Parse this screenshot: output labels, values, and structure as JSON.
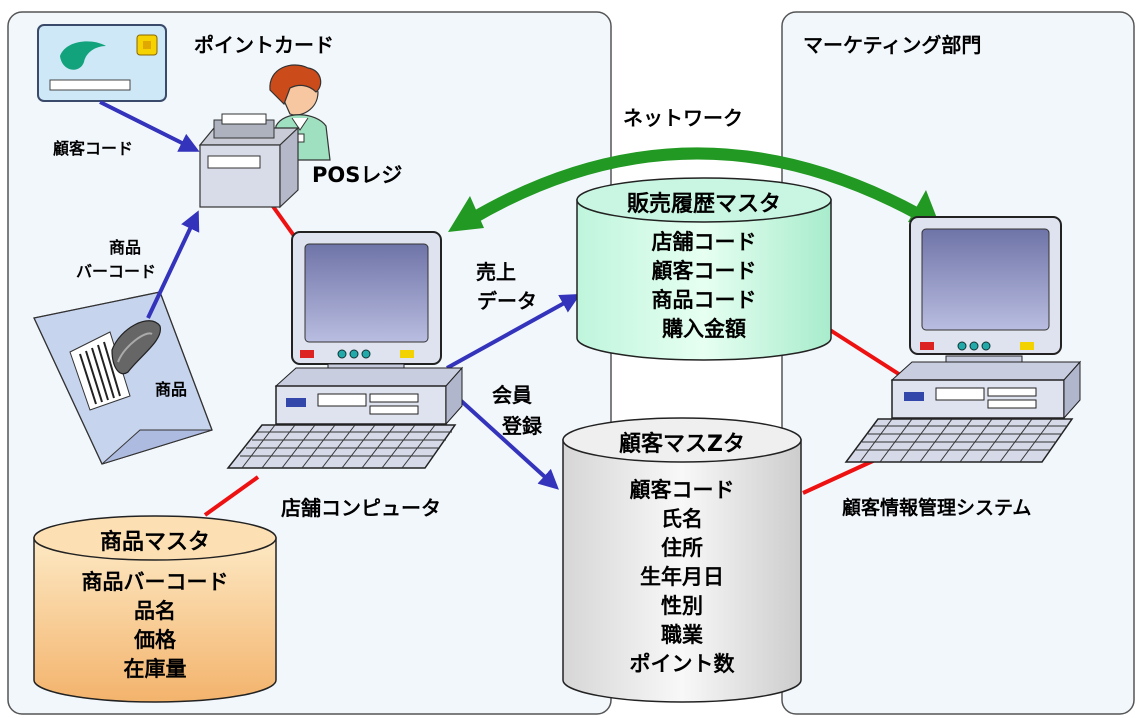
{
  "regions": {
    "store_title": "",
    "marketing_title": "マーケティング部門"
  },
  "labels": {
    "point_card": "ポイントカード",
    "customer_code": "顧客コード",
    "pos_register": "POSレジ",
    "product_barcode": [
      "商品",
      "バーコード"
    ],
    "product": "商品",
    "network": "ネットワーク",
    "sales_data": [
      "売上",
      "データ"
    ],
    "member_registration": [
      "会員",
      "登録"
    ],
    "store_computer": "店舗コンピュータ",
    "crm_system": "顧客情報管理システム"
  },
  "databases": {
    "sales_history": {
      "title": "販売履歴マスタ",
      "fields": [
        "店舗コード",
        "顧客コード",
        "商品コード",
        "購入金額"
      ],
      "color": "#bff5dc"
    },
    "customer_master": {
      "title": "顧客マスZタ",
      "fields": [
        "顧客コード",
        "氏名",
        "住所",
        "生年月日",
        "性別",
        "職業",
        "ポイント数"
      ],
      "color": "#e0e0e0"
    },
    "product_master": {
      "title": "商品マスタ",
      "fields": [
        "商品バーコード",
        "品名",
        "価格",
        "在庫量"
      ],
      "color": "#f7c890"
    }
  },
  "colors": {
    "panel_fill": "#f2f7fc",
    "panel_stroke": "#555555",
    "blue_arrow": "#3333bb",
    "red_line": "#ee1111",
    "network_arrow": "#229922",
    "monitor_screen": "#8a8fc0",
    "computer_body": "#dfe3ef"
  }
}
